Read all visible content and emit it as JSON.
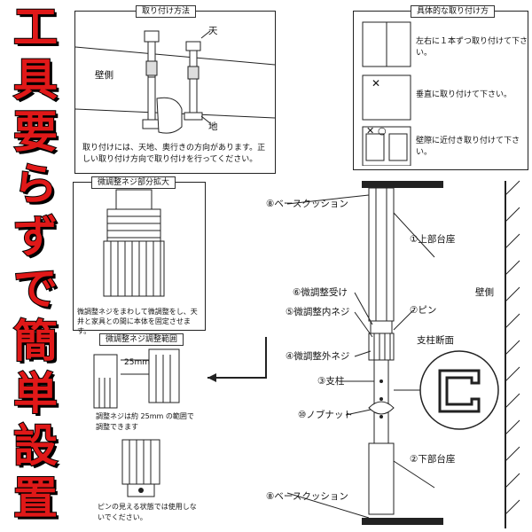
{
  "banner": {
    "chars": [
      "工",
      "具",
      "要",
      "ら",
      "ず",
      "で",
      "簡",
      "単",
      "設",
      "置"
    ]
  },
  "mounting": {
    "title": "取り付け方法",
    "label_ceiling": "天",
    "label_floor": "地",
    "label_wall": "壁側",
    "note": "取り付けには、天地、奥行きの方向があります。正しい取り付け方向で取り付けを行ってください。"
  },
  "specific": {
    "title": "具体的な取り付け方",
    "items": [
      {
        "mark": "",
        "text": "左右に１本ずつ取り付けて下さい。"
      },
      {
        "mark": "✕",
        "text": "垂直に取り付けて下さい。"
      },
      {
        "mark": "✕ ○",
        "text": "壁際に近付き取り付けて下さい。"
      }
    ]
  },
  "adjust_zoom": {
    "title": "微調整ネジ部分拡大",
    "note": "微調整ネジをまわして微調整をし、天井と家具との間に本体を固定させます。"
  },
  "adjust_range": {
    "title": "微調整ネジ調整範囲",
    "dimension": "25mm",
    "note1": "調整ネジは約 25mm の範囲で調整できます",
    "note2": "ピンの見える状態では使用しないでください。"
  },
  "parts": {
    "base_cushion_top": "⑧ベースクッション",
    "upper_base": "①上部台座",
    "fine_receiver": "⑥微調整受け",
    "fine_inner": "⑤微調整内ネジ",
    "pin": "⑦ピン",
    "fine_outer": "④微調整外ネジ",
    "pillar": "③支柱",
    "nob_nut": "⑩ノブナット",
    "lower_base": "②下部台座",
    "base_cushion_bottom": "⑧ベースクッション",
    "wall_side": "壁側",
    "cross_section": "支柱断面"
  }
}
